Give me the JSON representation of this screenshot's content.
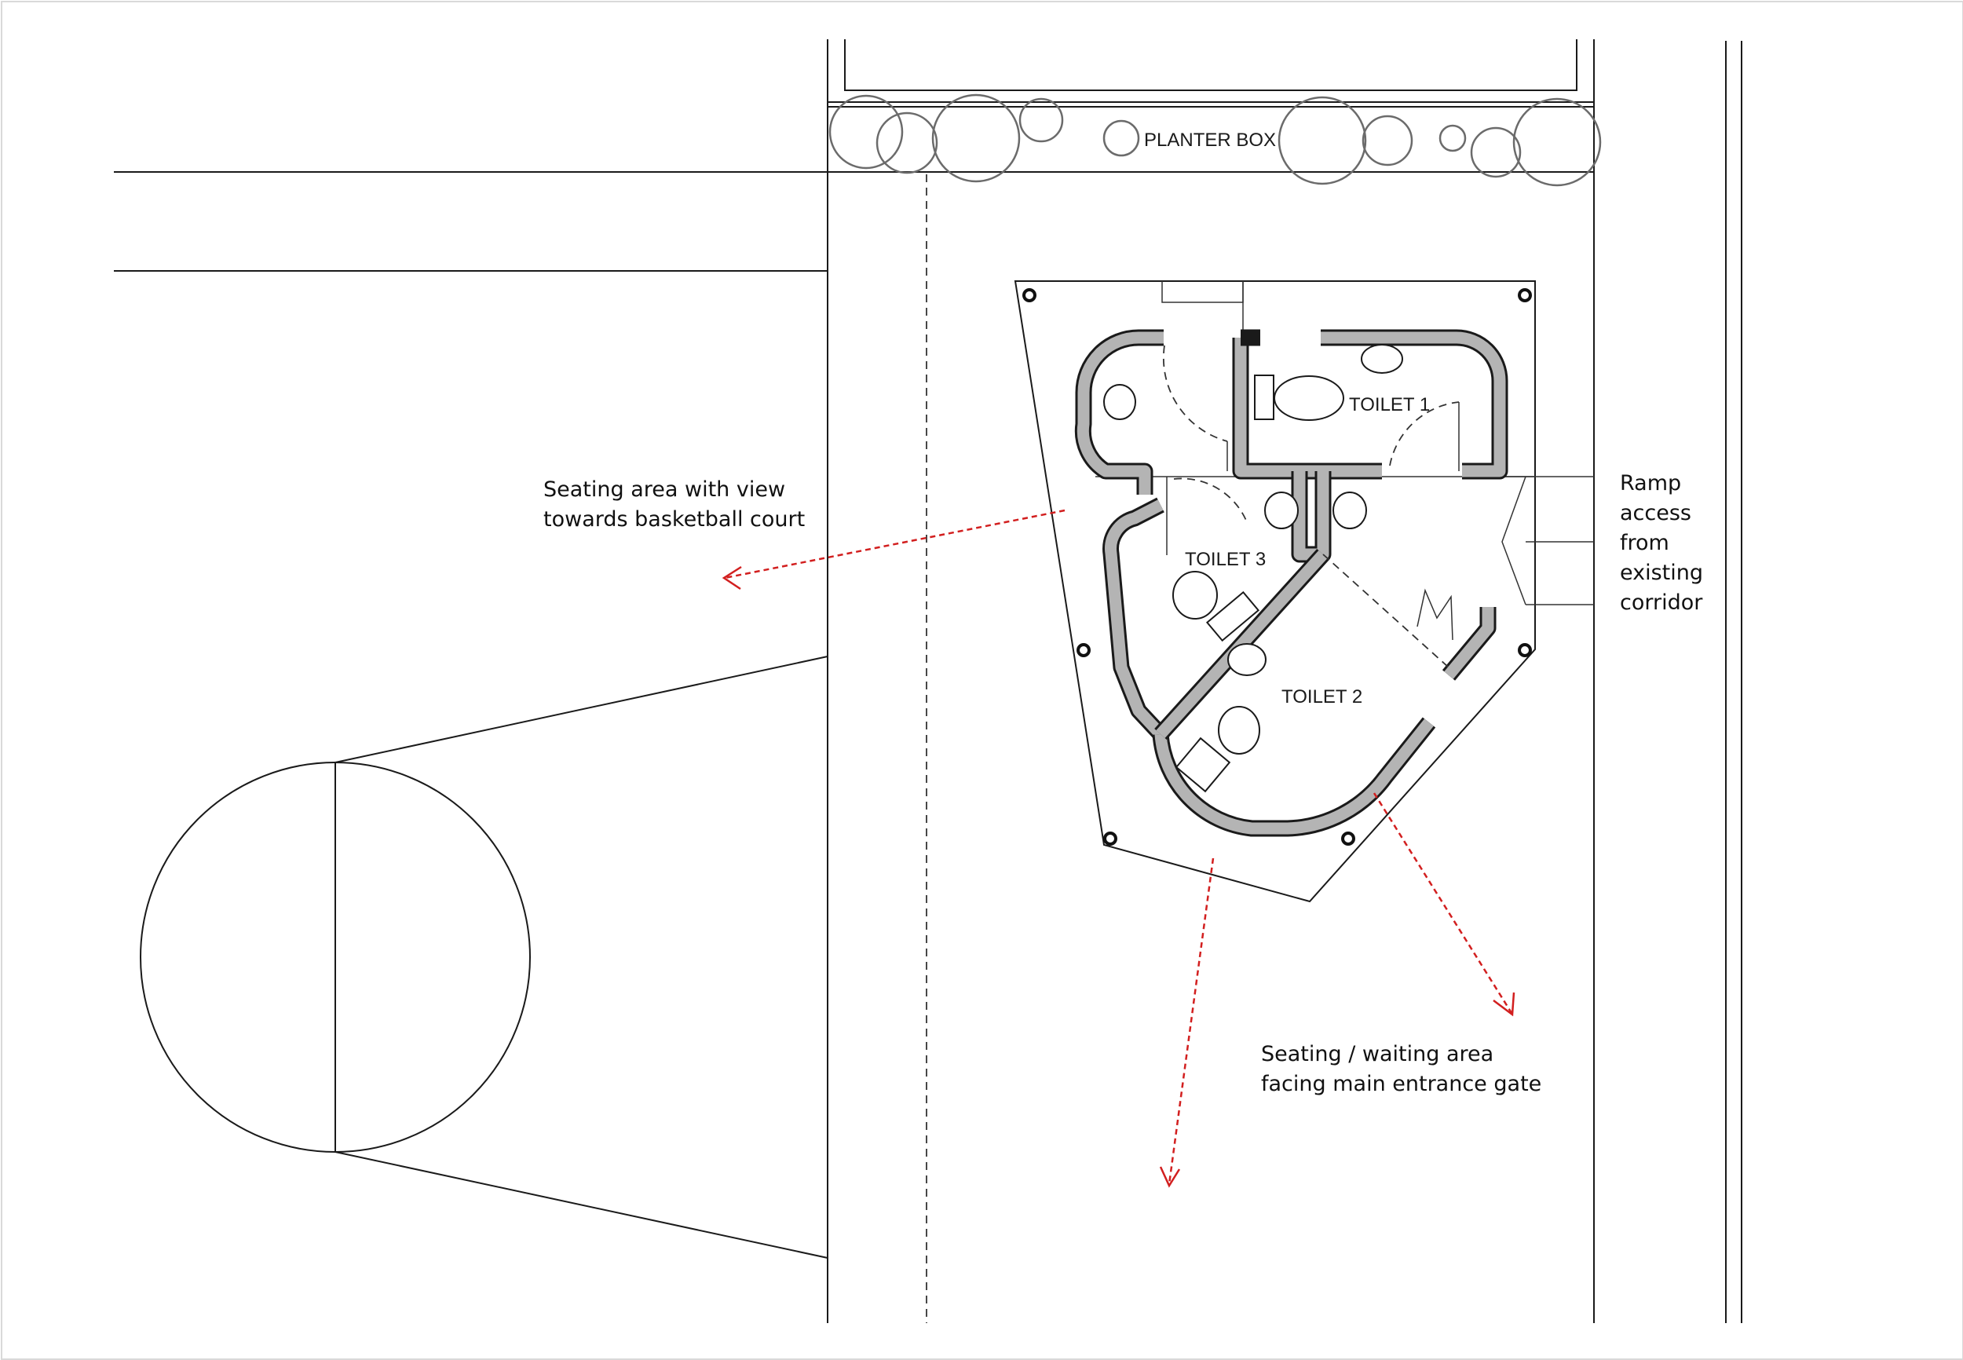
{
  "labels": {
    "planter_box": "PLANTER BOX",
    "toilet_1": "TOILET 1",
    "toilet_2": "TOILET 2",
    "toilet_3": "TOILET 3"
  },
  "annotations": {
    "seating_court": "Seating area with view\ntowards basketball court",
    "ramp_access": "Ramp\naccess\nfrom\nexisting\ncorridor",
    "seating_gate": "Seating / waiting area\nfacing main entrance gate"
  },
  "colors": {
    "line": "#1a1a1a",
    "wall_fill": "#b4b4b4",
    "tree_outline": "#6b6b6b",
    "arrow": "#d21f1f"
  }
}
